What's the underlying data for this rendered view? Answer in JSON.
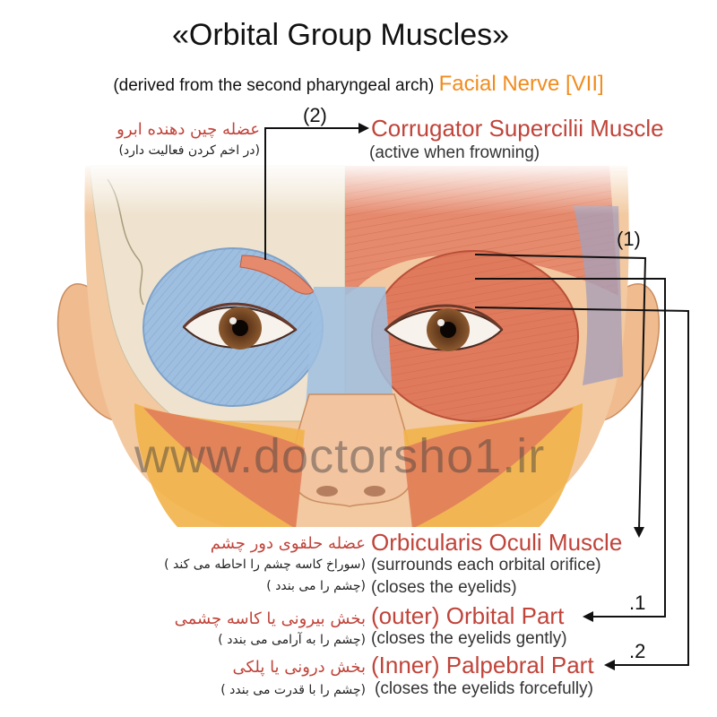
{
  "title": "«Orbital Group Muscles»",
  "subtitle": {
    "derivation": "(derived from the second pharyngeal arch)",
    "nerve": "Facial Nerve [VII]"
  },
  "corrugator": {
    "marker": "(2)",
    "name_en": "Corrugator Supercilii Muscle",
    "desc_en": "(active when frowning)",
    "name_fa": "عضله چین دهنده ابرو",
    "desc_fa": "(در اخم کردن فعالیت دارد)"
  },
  "orbicularis": {
    "marker": "(1)",
    "name_en": "Orbicularis Oculi Muscle",
    "desc1_en": "(surrounds each orbital orifice)",
    "desc2_en": "(closes the eyelids)",
    "name_fa": "عضله حلقوی دور چشم",
    "desc1_fa": "(سوراخ کاسه چشم را احاطه می کند )",
    "desc2_fa": "(چشم را می بندد )"
  },
  "orbital_part": {
    "marker": ".1",
    "name_en": "(outer) Orbital Part",
    "desc_en": "(closes the eyelids gently)",
    "name_fa": "بخش بیرونی یا کاسه چشمی",
    "desc_fa": "(چشم را به آرامی می بندد )"
  },
  "palpebral_part": {
    "marker": ".2",
    "name_en": "(Inner) Palpebral Part",
    "desc_en": "(closes the eyelids forcefully)",
    "name_fa": "بخش درونی یا پلکی",
    "desc_fa": "(چشم را با قدرت می بندد )"
  },
  "watermark": "www.doctorsho1.ir",
  "colors": {
    "label_red": "#c0443a",
    "nerve_orange": "#f08c1e",
    "muscle": "#e07a5c",
    "bone_muscle_blue": "#9fbfe0",
    "skull": "#efe3cf",
    "skin": "#f2c9a0",
    "fat": "#f2b24a"
  }
}
